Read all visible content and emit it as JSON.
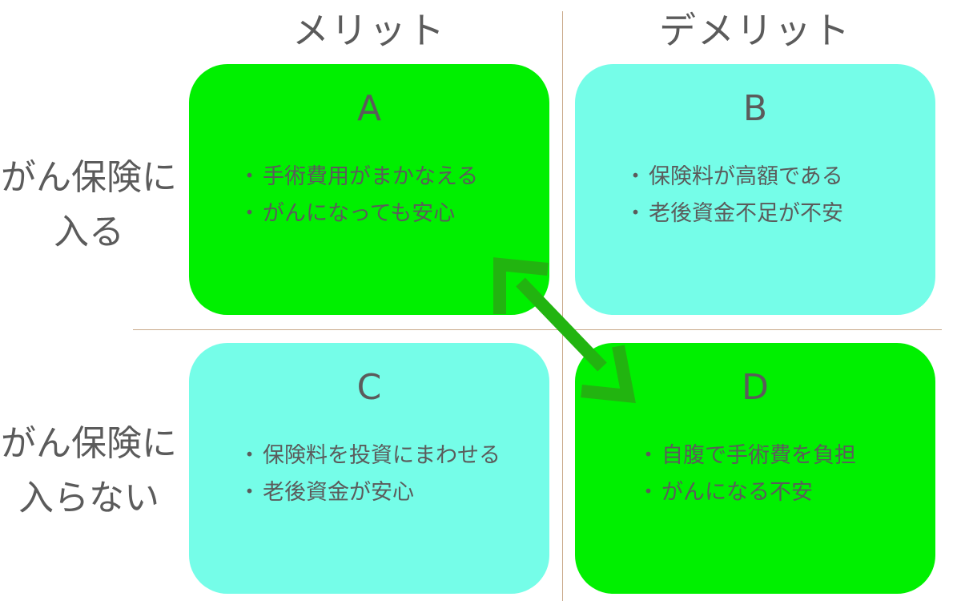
{
  "columns": {
    "merit": "メリット",
    "demerit": "デメリット"
  },
  "rows": {
    "join": [
      "がん保険に",
      "入る"
    ],
    "nojoin": [
      "がん保険に",
      "入らない"
    ]
  },
  "quadrants": {
    "a": {
      "letter": "A",
      "color": "#00f000",
      "items": [
        "手術費用がまかなえる",
        "がんになっても安心"
      ]
    },
    "b": {
      "letter": "B",
      "color": "#75fde8",
      "items": [
        "保険料が高額である",
        "老後資金不足が不安"
      ]
    },
    "c": {
      "letter": "C",
      "color": "#75fde8",
      "items": [
        "保険料を投資にまわせる",
        "老後資金が安心"
      ]
    },
    "d": {
      "letter": "D",
      "color": "#00f000",
      "items": [
        "自腹で手術費を負担",
        "がんになる不安"
      ]
    }
  },
  "colors": {
    "text": "#5b5b5b",
    "divider": "#c9a98a",
    "arrow": "#22b410"
  }
}
